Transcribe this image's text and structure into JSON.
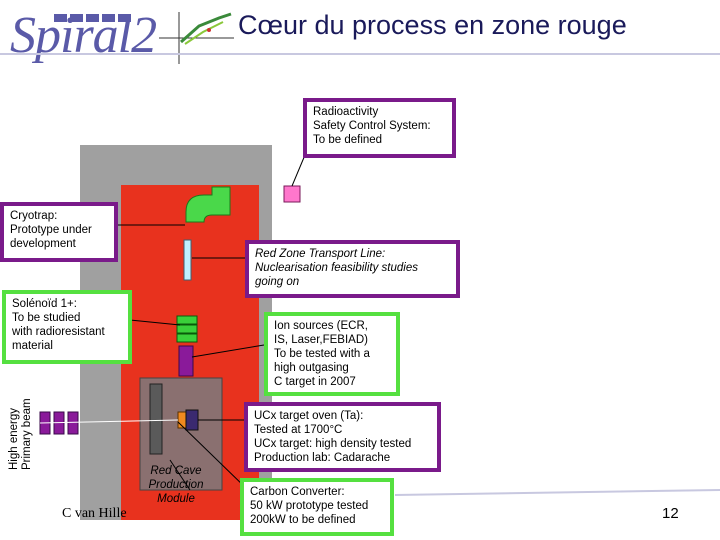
{
  "header": {
    "logo_text": "Spiral2",
    "title": "Cœur du process en zone rouge"
  },
  "boxes": {
    "radioactivity": [
      "Radioactivity",
      "Safety Control System:",
      "To be defined"
    ],
    "cryotrap": [
      "Cryotrap:",
      "Prototype under",
      "development"
    ],
    "red_zone": [
      "Red Zone Transport Line:",
      "Nuclearisation feasibility studies",
      "going on"
    ],
    "solenoid": [
      "Solénoïd 1+:",
      "To be studied",
      "with radioresistant",
      "material"
    ],
    "ion_sources": [
      "Ion sources (ECR,",
      "IS, Laser,FEBIAD)",
      "To be tested with a",
      "high outgasing",
      "C target in 2007"
    ],
    "ucx": [
      "UCx target oven (Ta):",
      "Tested at 1700°C",
      "UCx target: high density tested",
      "Production lab: Cadarache"
    ],
    "carbon": [
      "Carbon Converter:",
      "50 kW prototype tested",
      "200kW to be defined"
    ]
  },
  "labels": {
    "red_cave": [
      "Red Cave",
      "Production",
      "Module"
    ],
    "primary_beam": [
      "High energy",
      "Primary beam"
    ]
  },
  "footer": {
    "author": "C van Hille",
    "page_number": "12"
  },
  "colors": {
    "purple_border": "#7a1a8a",
    "green_border": "#55e040",
    "cave_red": "#e8321e",
    "cave_grey": "#a0a0a0"
  }
}
